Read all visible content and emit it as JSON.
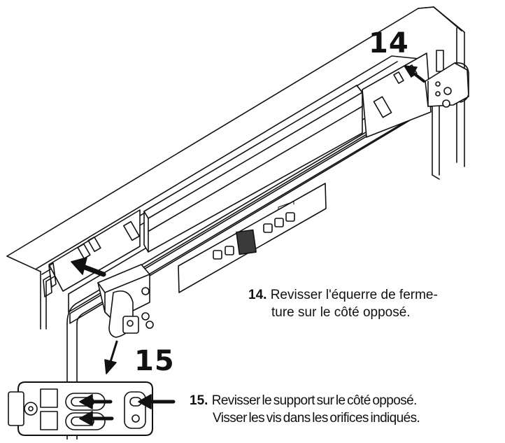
{
  "steps": [
    {
      "number": "14",
      "label": "14.",
      "line1": "Revisser l'équerre de ferme-",
      "line2": "ture sur le côté opposé."
    },
    {
      "number": "15",
      "label": "15.",
      "line1": "Revisser le support sur le côté opposé.",
      "line2": "Visser les vis dans les orifices indiqués."
    }
  ],
  "colors": {
    "line": "#111111",
    "panel": "#ffffff",
    "display": "#3a3a3a"
  }
}
